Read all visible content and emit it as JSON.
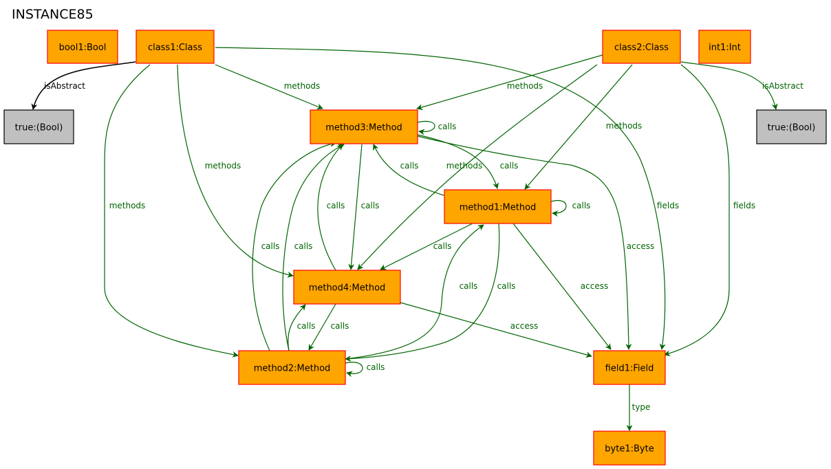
{
  "title": "INSTANCE85",
  "colors": {
    "object_fill": "#ffa500",
    "object_stroke": "#ff0000",
    "value_fill": "#c0c0c0",
    "value_stroke": "#000000",
    "edge_green": "#006400",
    "edge_black": "#000000"
  },
  "nodes": [
    {
      "id": "bool1",
      "label": "bool1:Bool",
      "kind": "object"
    },
    {
      "id": "class1",
      "label": "class1:Class",
      "kind": "object"
    },
    {
      "id": "class2",
      "label": "class2:Class",
      "kind": "object"
    },
    {
      "id": "int1",
      "label": "int1:Int",
      "kind": "object"
    },
    {
      "id": "true1",
      "label": "true:(Bool)",
      "kind": "value"
    },
    {
      "id": "true2",
      "label": "true:(Bool)",
      "kind": "value"
    },
    {
      "id": "method3",
      "label": "method3:Method",
      "kind": "object"
    },
    {
      "id": "method1",
      "label": "method1:Method",
      "kind": "object"
    },
    {
      "id": "method4",
      "label": "method4:Method",
      "kind": "object"
    },
    {
      "id": "method2",
      "label": "method2:Method",
      "kind": "object"
    },
    {
      "id": "field1",
      "label": "field1:Field",
      "kind": "object"
    },
    {
      "id": "byte1",
      "label": "byte1:Byte",
      "kind": "object"
    }
  ],
  "edges": [
    {
      "id": "e1",
      "from": "class1",
      "to": "true1",
      "label": "isAbstract"
    },
    {
      "id": "e2",
      "from": "class1",
      "to": "method3",
      "label": "methods"
    },
    {
      "id": "e3",
      "from": "class1",
      "to": "method4",
      "label": "methods"
    },
    {
      "id": "e4",
      "from": "class1",
      "to": "method2",
      "label": "methods"
    },
    {
      "id": "e5",
      "from": "class1",
      "to": "field1",
      "label": "fields"
    },
    {
      "id": "e6",
      "from": "class2",
      "to": "true2",
      "label": "isAbstract"
    },
    {
      "id": "e7",
      "from": "class2",
      "to": "method3",
      "label": "methods"
    },
    {
      "id": "e8",
      "from": "class2",
      "to": "method4",
      "label": "methods"
    },
    {
      "id": "e9",
      "from": "class2",
      "to": "method1",
      "label": "methods"
    },
    {
      "id": "e10",
      "from": "class2",
      "to": "field1",
      "label": "fields"
    },
    {
      "id": "e11",
      "from": "method3",
      "to": "method3",
      "label": "calls"
    },
    {
      "id": "e12",
      "from": "method3",
      "to": "method1",
      "label": "calls"
    },
    {
      "id": "e13",
      "from": "method1",
      "to": "method3",
      "label": "calls"
    },
    {
      "id": "e14",
      "from": "method1",
      "to": "method1",
      "label": "calls"
    },
    {
      "id": "e15",
      "from": "method3",
      "to": "method4",
      "label": "calls"
    },
    {
      "id": "e16",
      "from": "method4",
      "to": "method3",
      "label": "calls"
    },
    {
      "id": "e17",
      "from": "method2",
      "to": "method3",
      "label": "calls"
    },
    {
      "id": "e18",
      "from": "method2",
      "to": "method3",
      "label": "calls"
    },
    {
      "id": "e19",
      "from": "method1",
      "to": "method4",
      "label": "calls"
    },
    {
      "id": "e20",
      "from": "method2",
      "to": "method1",
      "label": "calls"
    },
    {
      "id": "e21",
      "from": "method1",
      "to": "method2",
      "label": "calls"
    },
    {
      "id": "e22",
      "from": "method2",
      "to": "method4",
      "label": "calls"
    },
    {
      "id": "e23",
      "from": "method4",
      "to": "method2",
      "label": "calls"
    },
    {
      "id": "e24",
      "from": "method2",
      "to": "method2",
      "label": "calls"
    },
    {
      "id": "e25",
      "from": "method3",
      "to": "field1",
      "label": "access"
    },
    {
      "id": "e26",
      "from": "method1",
      "to": "field1",
      "label": "access"
    },
    {
      "id": "e27",
      "from": "method4",
      "to": "field1",
      "label": "access"
    },
    {
      "id": "e28",
      "from": "field1",
      "to": "byte1",
      "label": "type"
    }
  ]
}
